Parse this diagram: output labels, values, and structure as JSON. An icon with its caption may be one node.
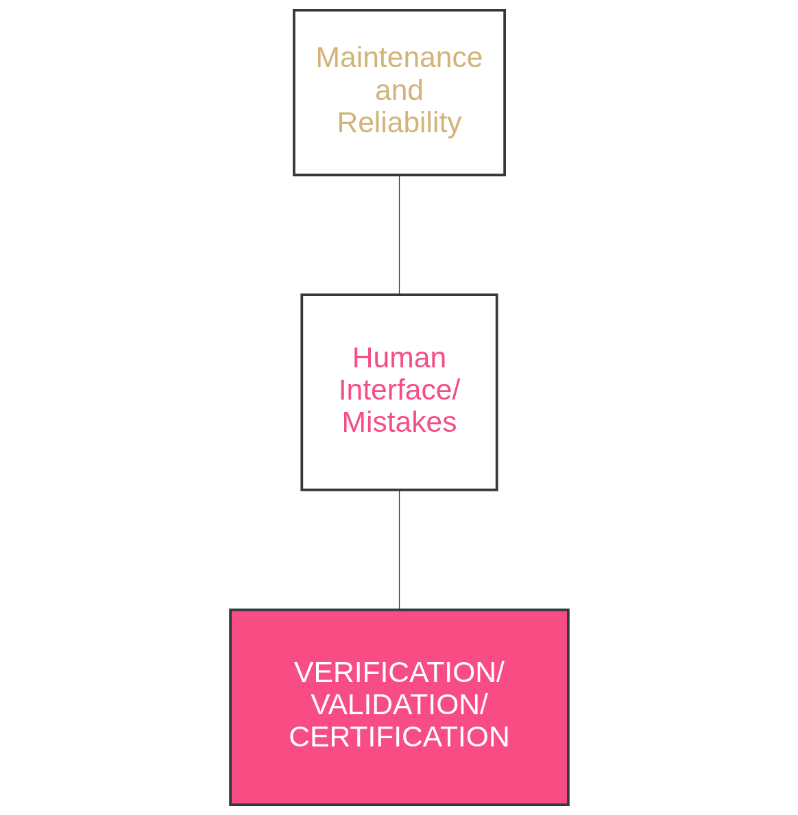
{
  "diagram": {
    "nodes": [
      {
        "text": [
          "Maintenance and Reliability"
        ]
      },
      {
        "text": [
          "Human Interface/ Mistakes"
        ]
      },
      {
        "text": [
          "VERIFICATION/ VALIDATION/ CERTIFICATION"
        ]
      }
    ],
    "edges": [
      {
        "from": 0,
        "to": 1,
        "arrow": "none"
      },
      {
        "from": 1,
        "to": 2,
        "arrow": "none"
      }
    ]
  }
}
